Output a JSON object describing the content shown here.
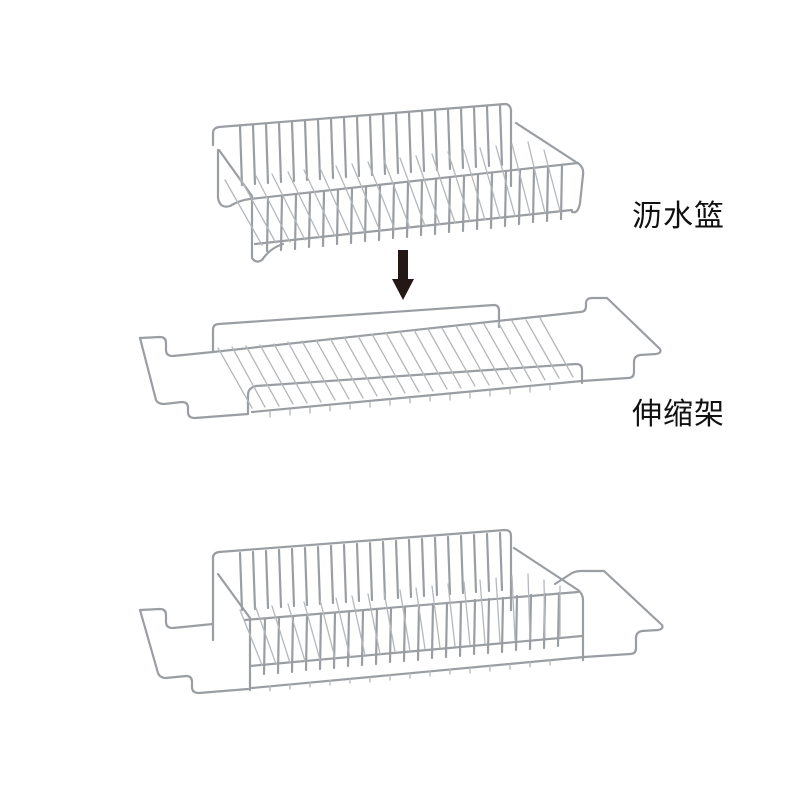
{
  "labels": {
    "basket": "沥水篮",
    "rack": "伸缩架"
  },
  "arrow": {
    "direction": "down",
    "color": "#231815"
  },
  "colors": {
    "background": "#ffffff",
    "wire": "#9a9ea3",
    "wire_highlight": "#d6d9dc",
    "text": "#111111"
  },
  "figures": [
    {
      "name": "drain-basket",
      "label_ref": "basket"
    },
    {
      "name": "extendable-rack",
      "label_ref": "rack"
    },
    {
      "name": "assembled-basket-on-rack"
    }
  ]
}
